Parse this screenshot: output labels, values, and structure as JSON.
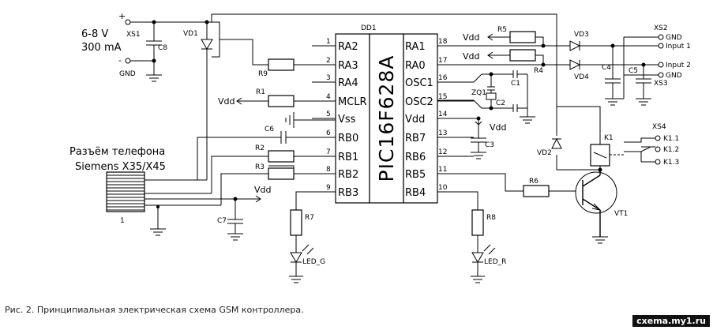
{
  "supply": {
    "voltage": "6-8 V",
    "current": "300 mA",
    "plus": "+",
    "minus": "-",
    "gnd": "GND",
    "connector": "XS1"
  },
  "mcu": {
    "ref": "DD1",
    "part": "PIC16F628A",
    "left_pins": [
      {
        "num": "1",
        "name": "RA2"
      },
      {
        "num": "2",
        "name": "RA3"
      },
      {
        "num": "3",
        "name": "RA4"
      },
      {
        "num": "4",
        "name": "MCLR"
      },
      {
        "num": "5",
        "name": "Vss"
      },
      {
        "num": "6",
        "name": "RB0"
      },
      {
        "num": "7",
        "name": "RB1"
      },
      {
        "num": "8",
        "name": "RB2"
      },
      {
        "num": "9",
        "name": "RB3"
      }
    ],
    "right_pins": [
      {
        "num": "18",
        "name": "RA1"
      },
      {
        "num": "17",
        "name": "RA0"
      },
      {
        "num": "16",
        "name": "OSC1"
      },
      {
        "num": "15",
        "name": "OSC2"
      },
      {
        "num": "14",
        "name": "Vdd"
      },
      {
        "num": "13",
        "name": "RB7"
      },
      {
        "num": "12",
        "name": "RB6"
      },
      {
        "num": "11",
        "name": "RB5"
      },
      {
        "num": "10",
        "name": "RB4"
      }
    ]
  },
  "refs": {
    "c8": "C8",
    "vd1": "VD1",
    "r9": "R9",
    "r1": "R1",
    "c6": "C6",
    "r2": "R2",
    "r3": "R3",
    "c7": "C7",
    "r7": "R7",
    "led_g": "LED_G",
    "r8": "R8",
    "led_r": "LED_R",
    "r5": "R5",
    "r4": "R4",
    "vd3": "VD3",
    "vd4": "VD4",
    "c4": "C4",
    "c5": "C5",
    "c1": "C1",
    "c2": "C2",
    "zq1": "ZQ1",
    "c3": "C3",
    "k1": "K1",
    "vd2": "VD2",
    "r6": "R6",
    "vt1": "VT1"
  },
  "vdd": "Vdd",
  "phone": {
    "line1": "Разъём телефона",
    "line2": "Siemens X35/X45",
    "pin1": "1"
  },
  "inputs": {
    "xs2": "XS2",
    "xs3": "XS3",
    "xs2_terms": [
      "GND",
      "Input 1"
    ],
    "xs3_terms": [
      "Input 2",
      "GND"
    ]
  },
  "relay_out": {
    "ref": "XS4",
    "terms": [
      "K1.1",
      "K1.2",
      "K1.3"
    ]
  },
  "caption": "Рис. 2. Принципиальная электрическая схема GSM контроллера.",
  "watermark": "cxema.my1.ru"
}
